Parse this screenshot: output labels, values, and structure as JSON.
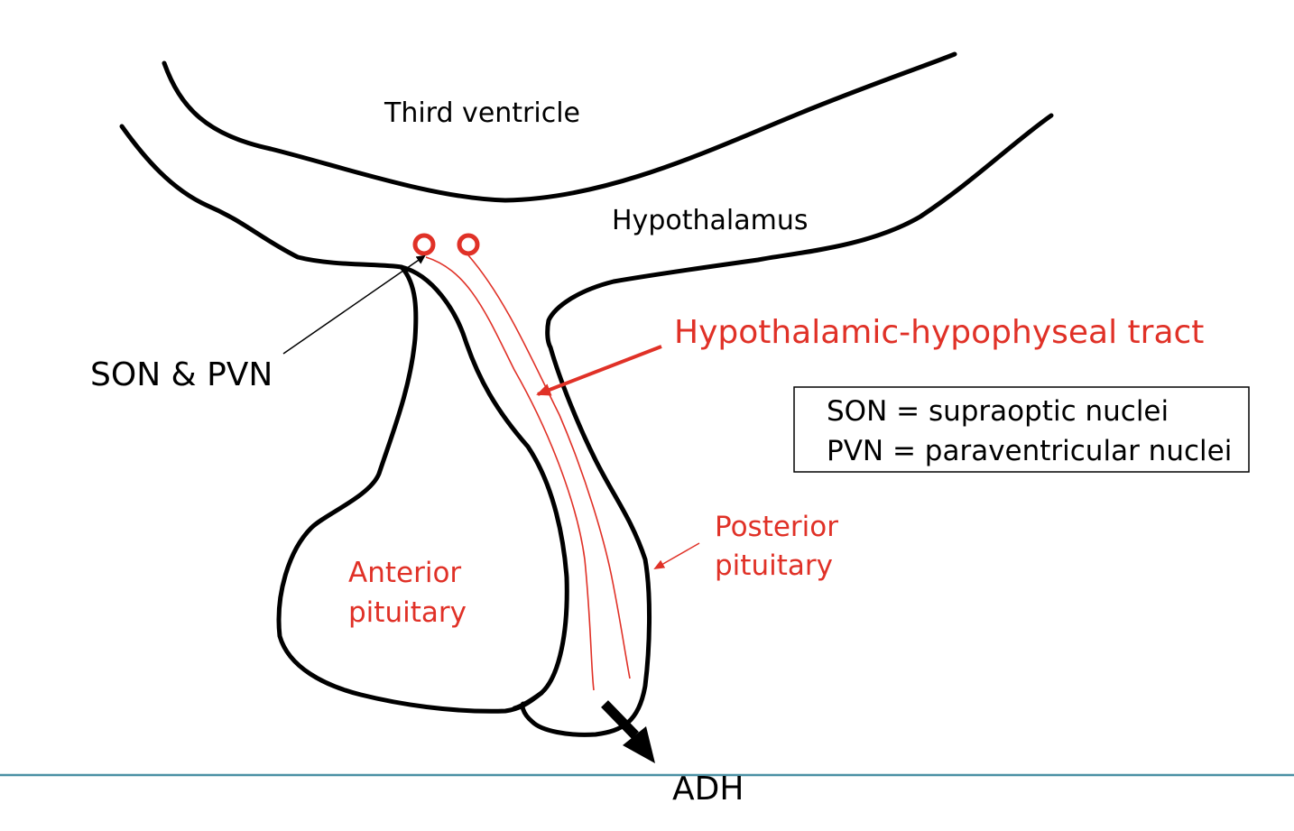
{
  "labels": {
    "third_ventricle": "Third ventricle",
    "hypothalamus": "Hypothalamus",
    "son_pvn": "SON & PVN",
    "tract": "Hypothalamic-hypophyseal tract",
    "anterior_line1": "Anterior",
    "anterior_line2": "pituitary",
    "posterior_line1": "Posterior",
    "posterior_line2": "pituitary",
    "adh": "ADH"
  },
  "legend": {
    "line1": "SON = supraoptic nuclei",
    "line2": "PVN = paraventricular nuclei"
  },
  "colors": {
    "outline": "#000000",
    "accent_red": "#e03127",
    "footer_rule": "#4a90a4"
  }
}
